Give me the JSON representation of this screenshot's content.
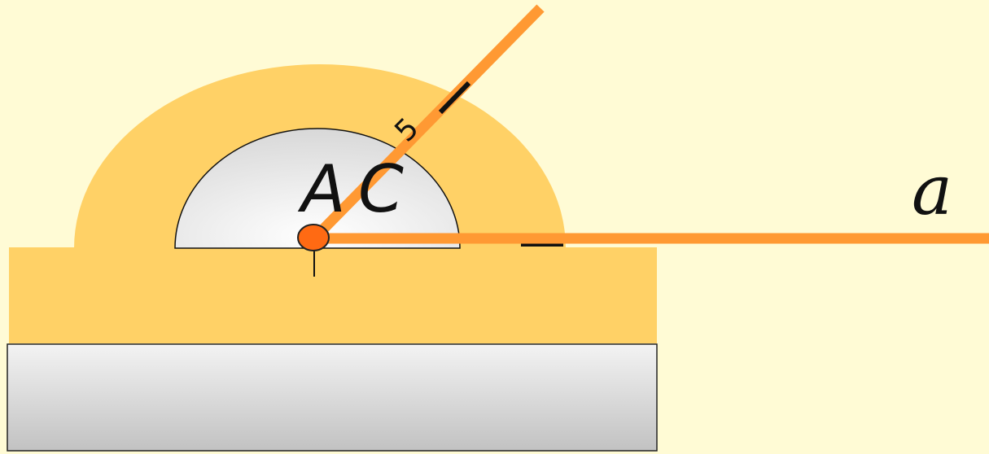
{
  "colors": {
    "background": "#fffbd5",
    "protractor": "#ffd166",
    "inner_disc": "#e9e9e9",
    "ray": "#ff9933",
    "vertex": "#ff6a13",
    "stroke": "#111111"
  },
  "labels": {
    "line_label": "a",
    "vertex_label": "A",
    "vertex_label_partial": "C",
    "scale_digit": "5"
  },
  "icons": {
    "vertex_point": "point-icon",
    "protractor": "protractor-icon"
  }
}
